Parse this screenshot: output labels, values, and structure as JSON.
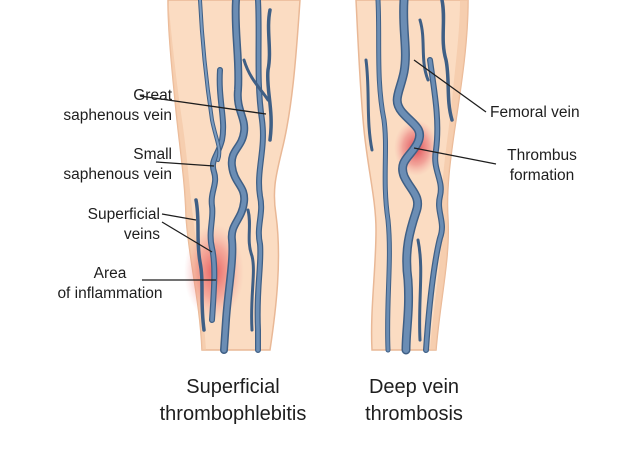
{
  "labels": {
    "great_saphenous": [
      "Great",
      "saphenous vein"
    ],
    "small_saphenous": [
      "Small",
      "saphenous vein"
    ],
    "superficial_veins": [
      "Superficial",
      "veins"
    ],
    "inflammation": [
      "Area",
      "of inflammation"
    ],
    "femoral_vein": "Femoral vein",
    "thrombus": [
      "Thrombus",
      "formation"
    ]
  },
  "captions": {
    "left": [
      "Superficial",
      "thrombophlebitis"
    ],
    "right": [
      "Deep vein",
      "thrombosis"
    ]
  },
  "colors": {
    "skin": "#fbdcc2",
    "skin_outline": "#e9b896",
    "vein": "#5c7fa8",
    "vein_outline": "#3f5f85",
    "inflammation": "#e2373f"
  }
}
